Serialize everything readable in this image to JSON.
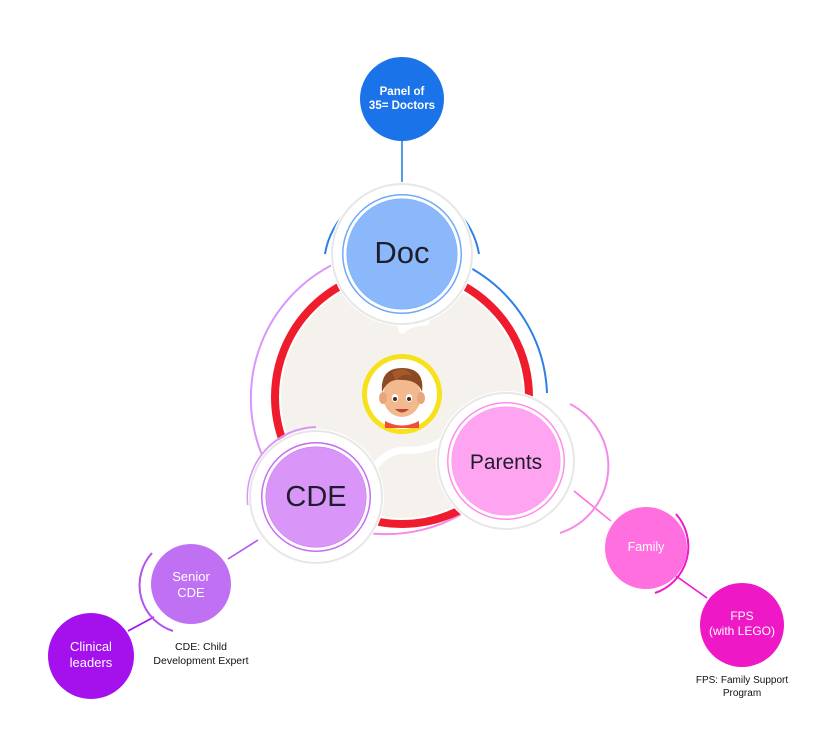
{
  "nodes": {
    "doc": {
      "label": "Doc"
    },
    "cde": {
      "label": "CDE"
    },
    "parents": {
      "label": "Parents"
    },
    "panel": {
      "label_line1": "Panel of",
      "label_line2": "35= Doctors"
    },
    "senior_cde": {
      "label_line1": "Senior",
      "label_line2": "CDE"
    },
    "clinical_leaders": {
      "label_line1": "Clinical",
      "label_line2": "leaders"
    },
    "family": {
      "label": "Family"
    },
    "fps": {
      "label_line1": "FPS",
      "label_line2": "(with LEGO)"
    },
    "child": {
      "icon": "child-face-icon"
    }
  },
  "notes": {
    "cde": {
      "line1": "CDE: Child",
      "line2": "Development Expert"
    },
    "fps": {
      "line1": "FPS: Family Support",
      "line2": "Program"
    }
  },
  "colors": {
    "doc": "#8ab8fb",
    "panel": "#1a73e8",
    "cde": "#d996f8",
    "senior": "#c070f2",
    "clinical": "#a411ec",
    "parents": "#ffa4f0",
    "family": "#ff6fe0",
    "fps": "#ee18c6",
    "ring": "#ee1c2c",
    "center": "#f5f2ee",
    "child_ring": "#f7e11b"
  }
}
